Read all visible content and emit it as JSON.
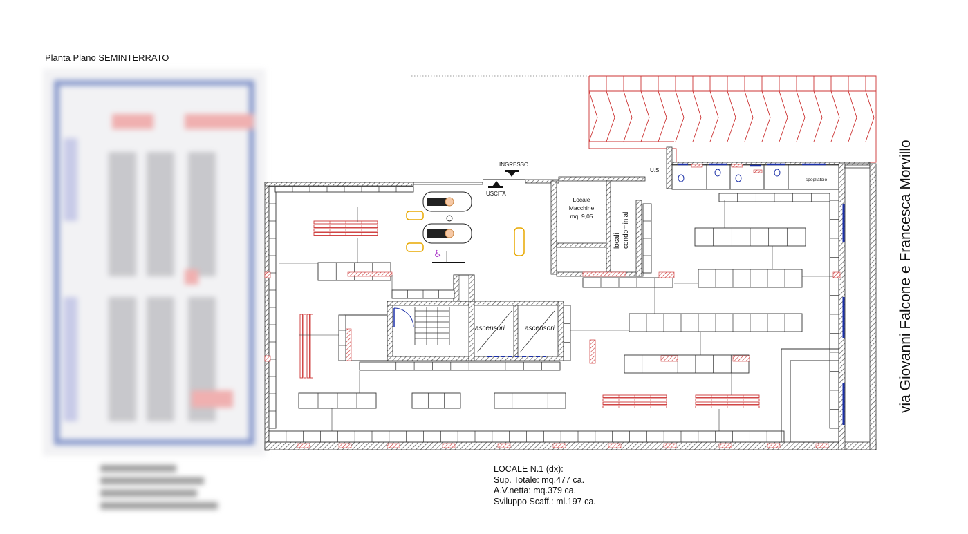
{
  "plan_title": "Planta Plano SEMINTERRATO",
  "street": "via Giovanni Falcone e Francesca Morvillo",
  "entrance_label": "INGRESSO",
  "exit_label": "USCITA",
  "emergency_exit_label": "U.S.",
  "machine_room": {
    "line1": "Locale",
    "line2": "Macchine",
    "line3": "mq. 9,05"
  },
  "condo_rooms": {
    "line1": "locali",
    "line2": "condominiali"
  },
  "elevator_labels": [
    "ascensori",
    "ascensori"
  ],
  "changing_room_label": "spogliatoio",
  "info": {
    "title": "LOCALE N.1 (dx):",
    "line1": "Sup. Totale: mq.477 ca.",
    "line2": "A.V.netta: mq.379 ca.",
    "line3": "Sviluppo Scaff.: ml.197 ca."
  },
  "colors": {
    "wall": "#444444",
    "hatch": "#cc3333",
    "blue_fixture": "#1a2fa8",
    "cart_yellow": "#e8a800",
    "shelf": "#333333"
  }
}
